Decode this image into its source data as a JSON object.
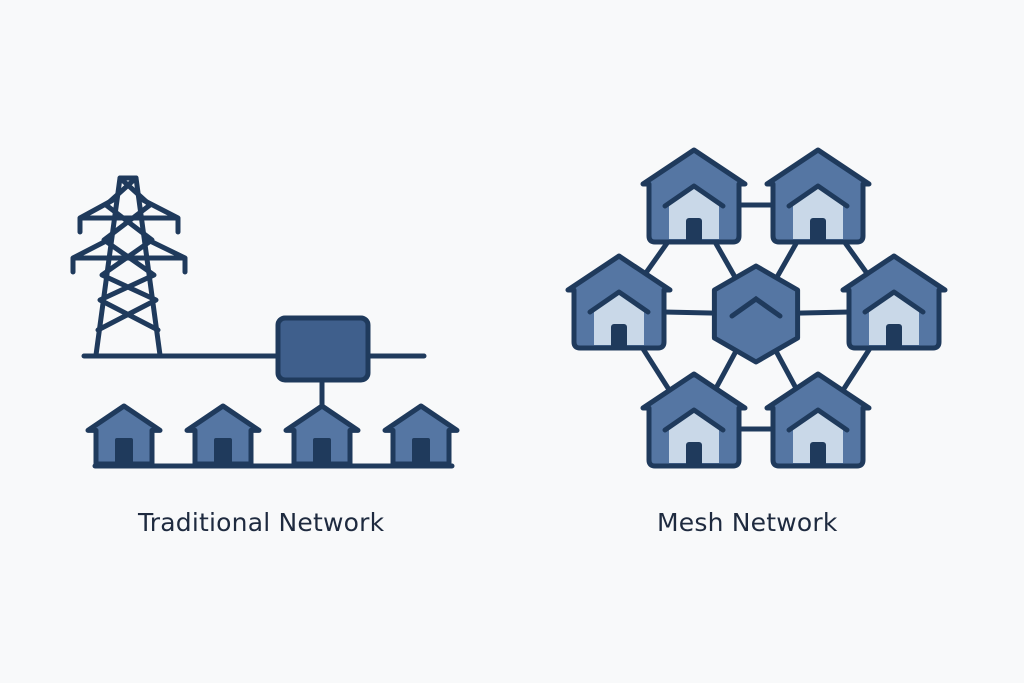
{
  "panels": {
    "traditional": {
      "title": "Traditional Network",
      "elements": [
        "transmission-tower",
        "distribution-hub",
        "house",
        "house",
        "house",
        "house"
      ],
      "house_count": 4
    },
    "mesh": {
      "title": "Mesh Network",
      "elements": [
        "central-hexagon-node",
        "house",
        "house",
        "house",
        "house",
        "house",
        "house"
      ],
      "house_count": 6
    }
  },
  "colors": {
    "background": "#f8f9fa",
    "stroke": "#1f3a5c",
    "fill_mid": "#5576a3",
    "fill_light": "#c9d8e8",
    "hub_fill": "#3f5f8c",
    "text": "#1e2a3f"
  }
}
